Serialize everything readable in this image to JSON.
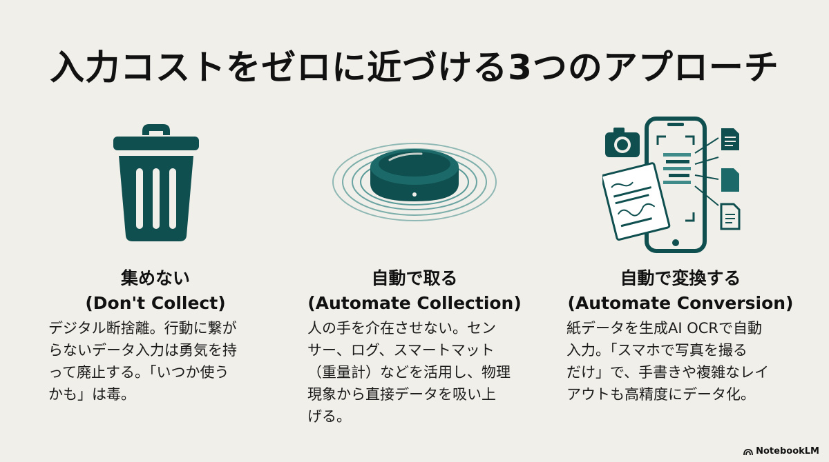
{
  "title": "入力コストをゼロに近づける3つのアプローチ",
  "colors": {
    "teal": "#0f4f50",
    "teal_light": "#3e8b89",
    "background": "#f1efe9"
  },
  "columns": [
    {
      "icon": "trash-can-icon",
      "heading_jp": "集めない",
      "heading_en": "(Don't Collect)",
      "body": "デジタル断捨離。行動に繋が\nらないデータ入力は勇気を持\nって廃止する。「いつか使う\nかも」は毒。"
    },
    {
      "icon": "smart-mat-sensor-icon",
      "heading_jp": "自動で取る",
      "heading_en": "(Automate Collection)",
      "body": "人の手を介在させない。セン\nサー、ログ、スマートマット\n（重量計）などを活用し、物理\n現象から直接データを吸い上\nげる。"
    },
    {
      "icon": "phone-ocr-scan-icon",
      "heading_jp": "自動で変換する",
      "heading_en": "(Automate Conversion)",
      "body": "紙データを生成AI OCRで自動\n入力。「スマホで写真を撮る\nだけ」で、手書きや複雑なレイ\nアウトも高精度にデータ化。"
    }
  ],
  "brand": "NotebookLM"
}
